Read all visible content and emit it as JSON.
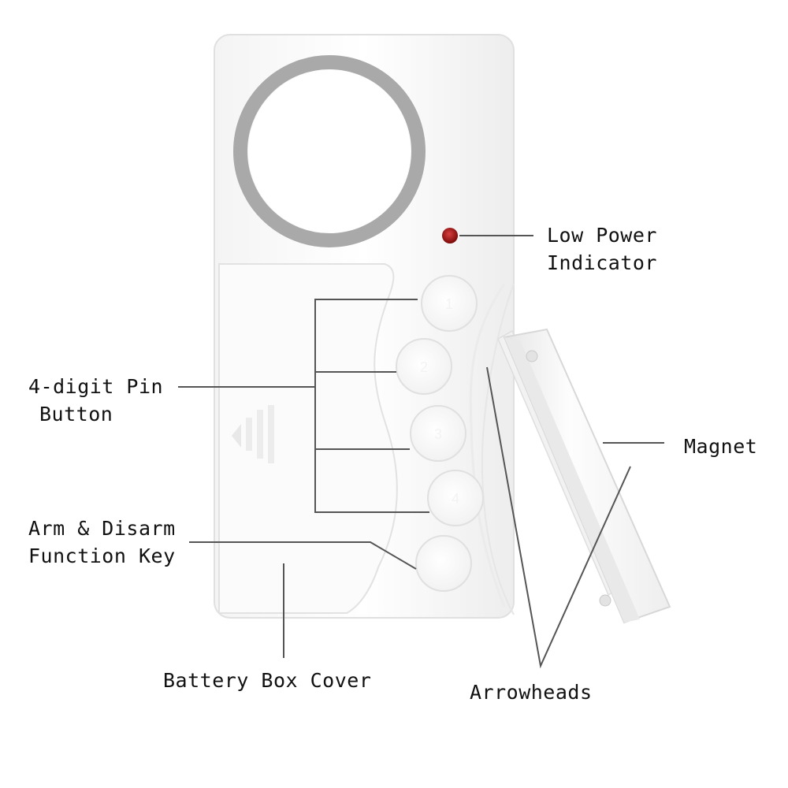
{
  "colors": {
    "body_fill": "#ffffff",
    "body_edge": "#e2e2e2",
    "speaker_ring": "#a9a9a9",
    "led": "#9b1010",
    "leader_line": "#555555",
    "text": "#111111"
  },
  "labels": {
    "low_power_indicator": {
      "line1": "Low Power",
      "line2": "Indicator"
    },
    "pin_button": {
      "line1": "4-digit Pin",
      "line2": "Button"
    },
    "arm_disarm": {
      "line1": "Arm & Disarm",
      "line2": "Function Key"
    },
    "battery_box_cover": "Battery Box Cover",
    "arrowheads": "Arrowheads",
    "magnet": "Magnet"
  },
  "keypad": {
    "digits": [
      "1",
      "2",
      "3",
      "4"
    ]
  }
}
